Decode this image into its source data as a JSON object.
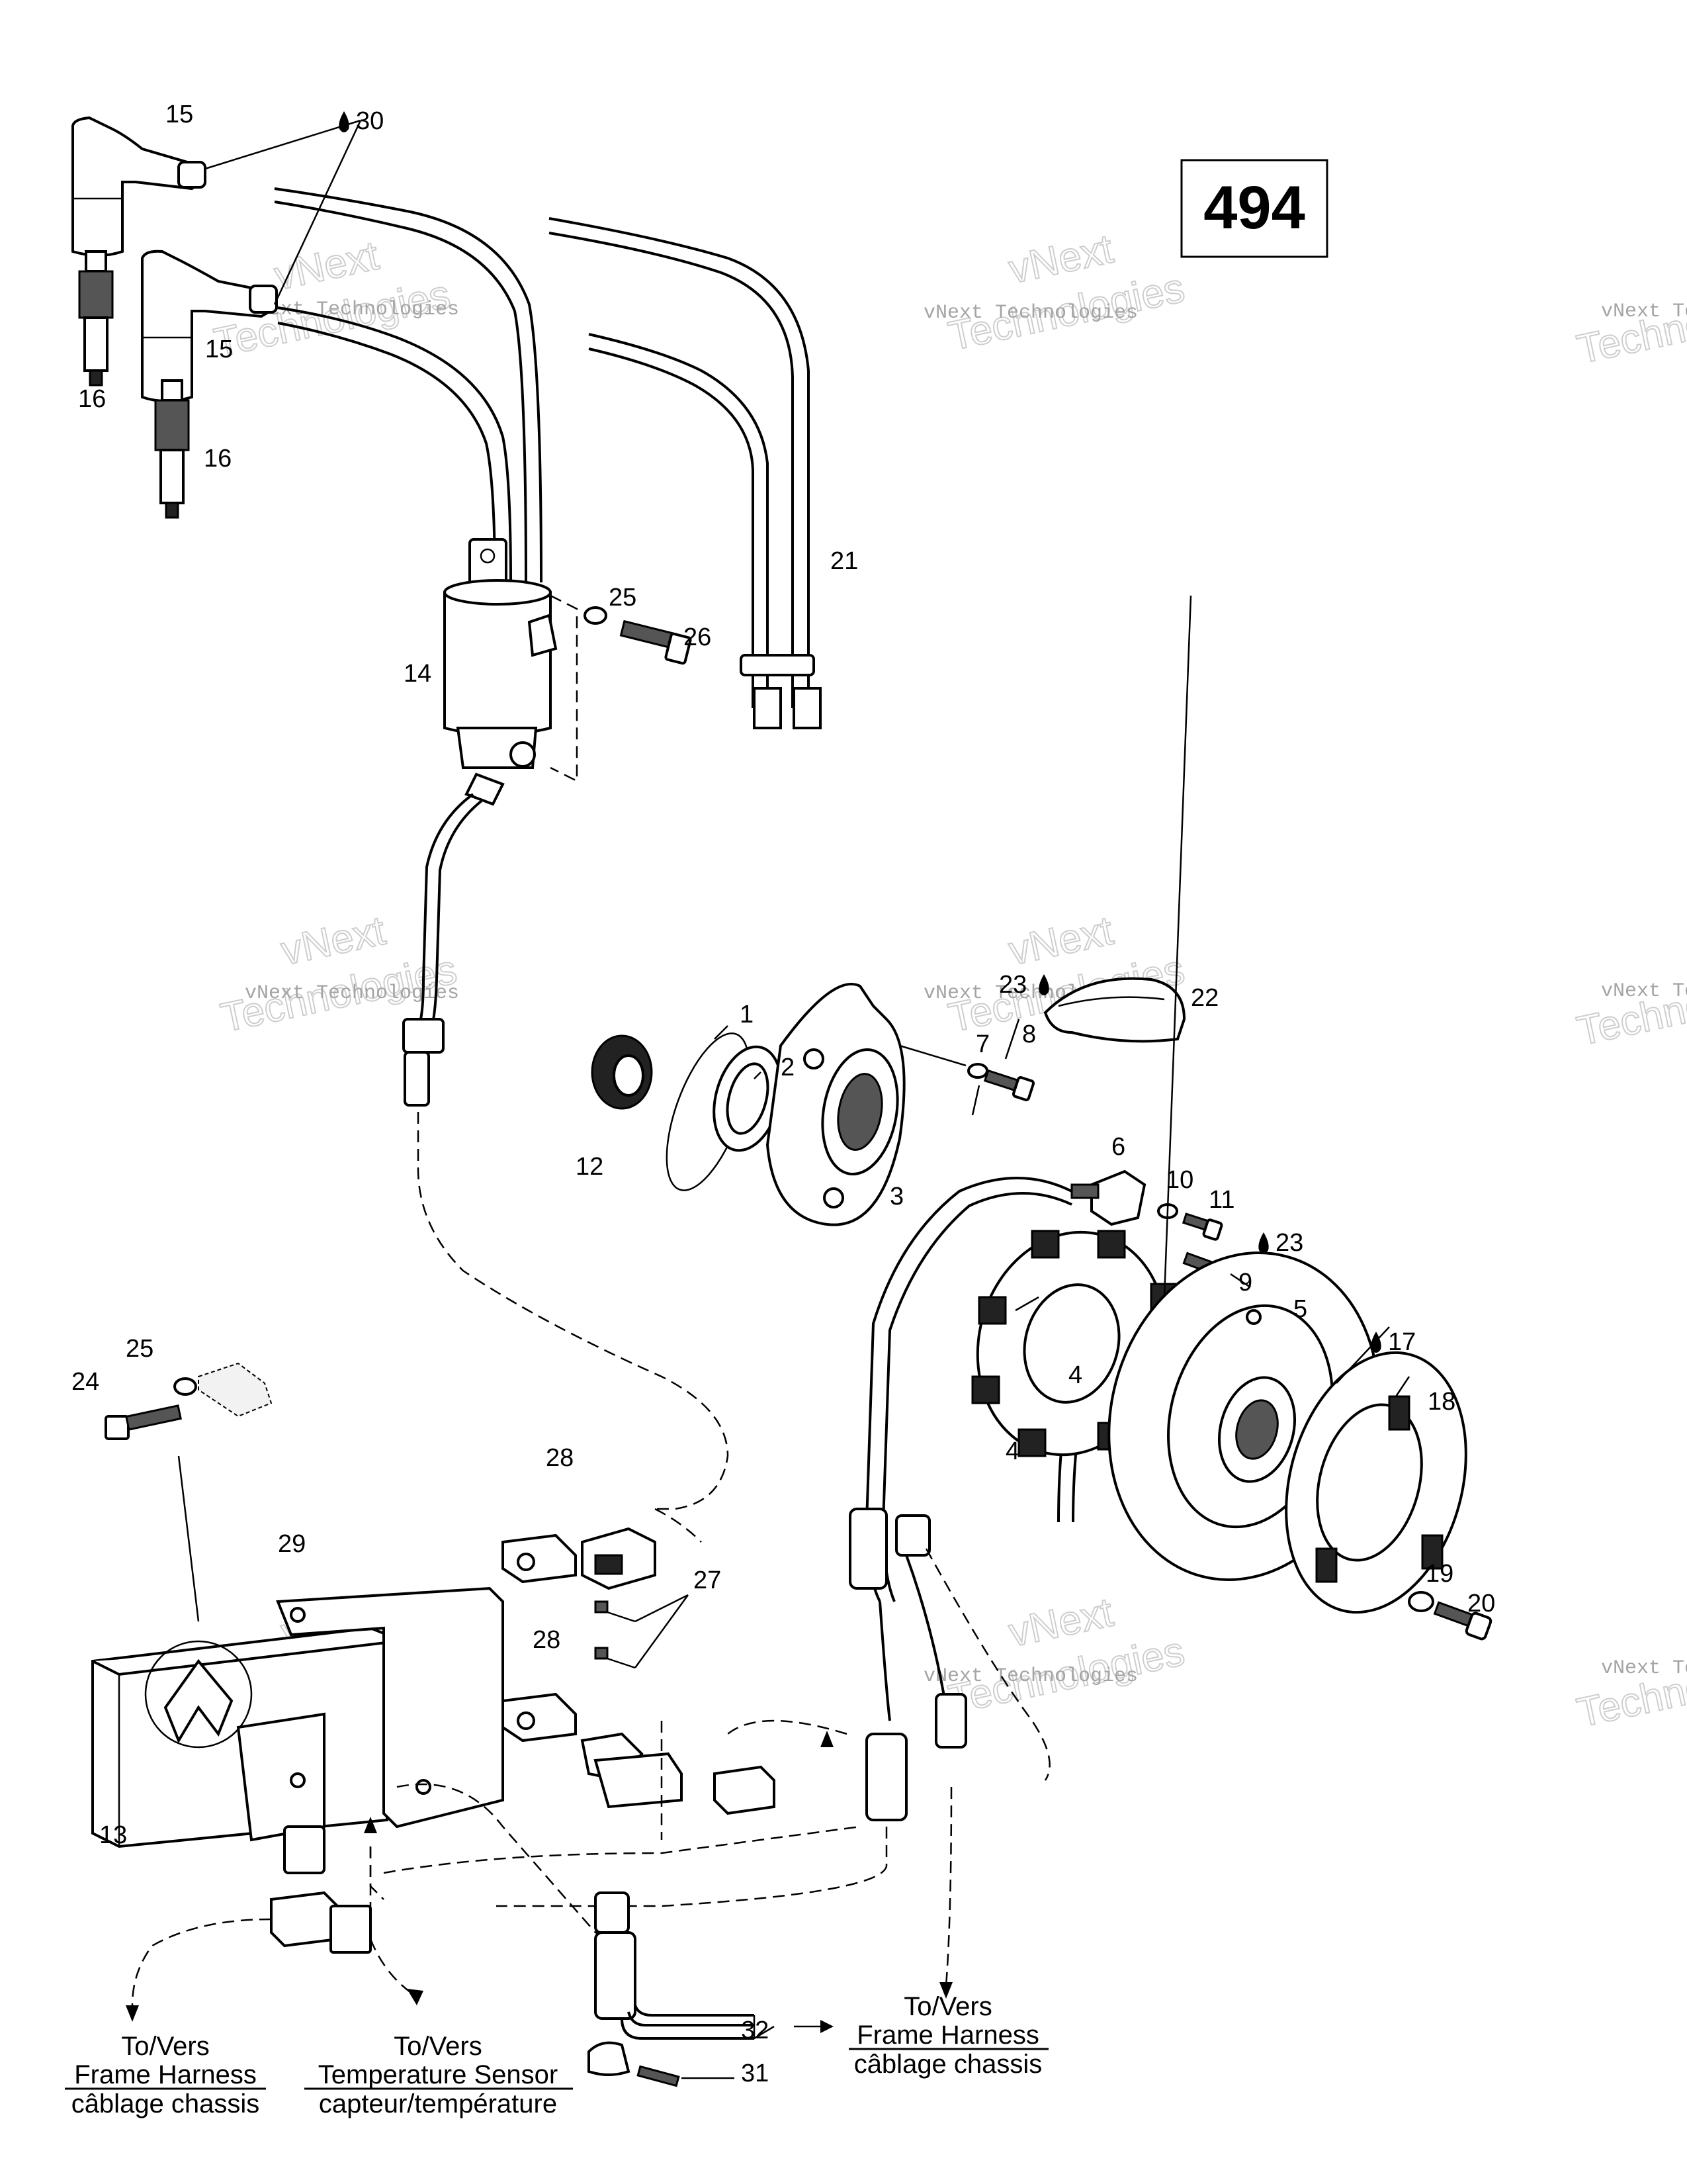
{
  "diagram_number": "494",
  "callouts": {
    "c1": "1",
    "c2": "2",
    "c3": "3",
    "c4a": "4",
    "c4b": "4",
    "c5": "5",
    "c6": "6",
    "c7": "7",
    "c8": "8",
    "c9": "9",
    "c10": "10",
    "c11": "11",
    "c12": "12",
    "c13": "13",
    "c14": "14",
    "c15a": "15",
    "c15b": "15",
    "c16a": "16",
    "c16b": "16",
    "c17": "17",
    "c18": "18",
    "c19": "19",
    "c20": "20",
    "c21": "21",
    "c22": "22",
    "c23a": "23",
    "c23b": "23",
    "c24": "24",
    "c25a": "25",
    "c25b": "25",
    "c26": "26",
    "c27": "27",
    "c28a": "28",
    "c28b": "28",
    "c29": "29",
    "c30": "30",
    "c31": "31",
    "c32": "32"
  },
  "destinations": {
    "frame_harness_left": {
      "line1": "To/Vers",
      "line2": "Frame Harness",
      "line3": "câblage chassis"
    },
    "temperature_sensor": {
      "line1": "To/Vers",
      "line2": "Temperature Sensor",
      "line3": "capteur/température"
    },
    "frame_harness_right": {
      "line1": "To/Vers",
      "line2": "Frame Harness",
      "line3": "câblage chassis"
    }
  },
  "watermark": {
    "line1": "vNext Technologies",
    "line2": "vNext",
    "line3": "Technologies"
  }
}
